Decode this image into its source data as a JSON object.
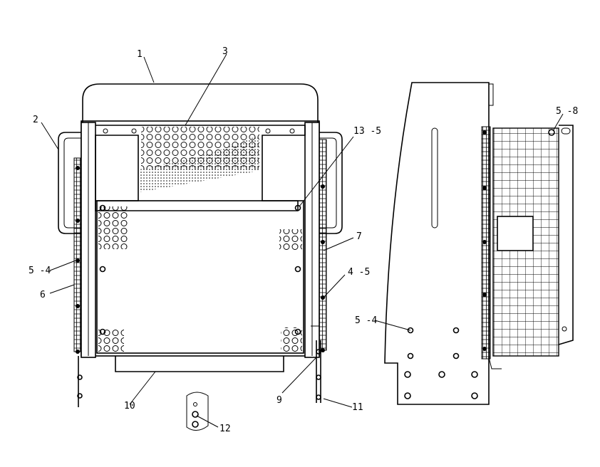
{
  "callouts": {
    "c1": "1",
    "c2": "2",
    "c3": "3",
    "c5_4_left": "5 -4",
    "c6": "6",
    "c7": "7",
    "c13_5": "13 -5",
    "c4_5": "4 -5",
    "c9": "9",
    "c10": "10",
    "c11": "11",
    "c12": "12",
    "c5_4_side": "5 -4",
    "c5_8": "5 -8"
  },
  "colors": {
    "line": "#000000",
    "background": "#ffffff"
  }
}
